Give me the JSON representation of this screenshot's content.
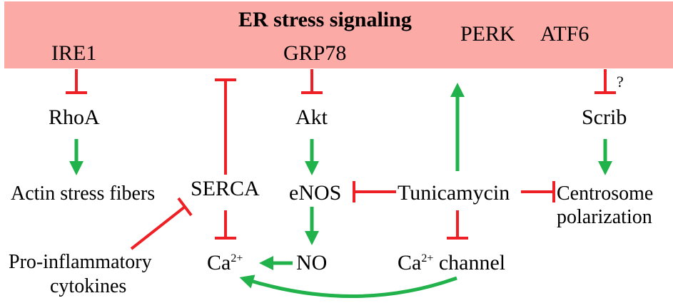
{
  "header": {
    "title": "ER stress signaling",
    "sensors": [
      "IRE1",
      "GRP78",
      "PERK",
      "ATF6"
    ]
  },
  "nodes": {
    "rhoa": "RhoA",
    "akt": "Akt",
    "scrib": "Scrib",
    "actin": "Actin stress fibers",
    "serca": "SERCA",
    "enos": "eNOS",
    "tunicamycin": "Tunicamycin",
    "centrosome_1": "Centrosome",
    "centrosome_2": "polarization",
    "proinflam_1": "Pro-inflammatory",
    "proinflam_2": "cytokines",
    "ca_base": "Ca",
    "ca_sup": "2+",
    "no": "NO",
    "ca_channel_base": "Ca",
    "ca_channel_sup": "2+",
    "ca_channel_rest": " channel",
    "question": "?"
  },
  "colors": {
    "band": "#fbaaa6",
    "inhibit": "#ee2025",
    "activate": "#21b24b"
  }
}
